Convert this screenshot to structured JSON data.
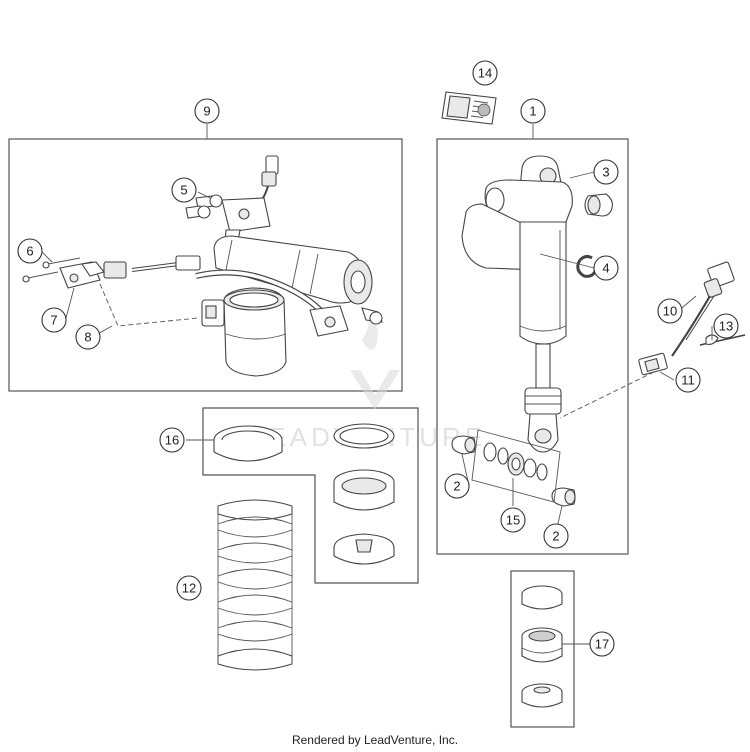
{
  "callouts": {
    "c1": "1",
    "c2a": "2",
    "c2b": "2",
    "c3": "3",
    "c4": "4",
    "c5": "5",
    "c6": "6",
    "c7": "7",
    "c8": "8",
    "c9": "9",
    "c10": "10",
    "c11": "11",
    "c12": "12",
    "c13": "13",
    "c14": "14",
    "c15": "15",
    "c16": "16",
    "c17": "17"
  },
  "watermark": {
    "text": "LEADVENTURE"
  },
  "footer": {
    "text": "Rendered by LeadVenture, Inc."
  }
}
